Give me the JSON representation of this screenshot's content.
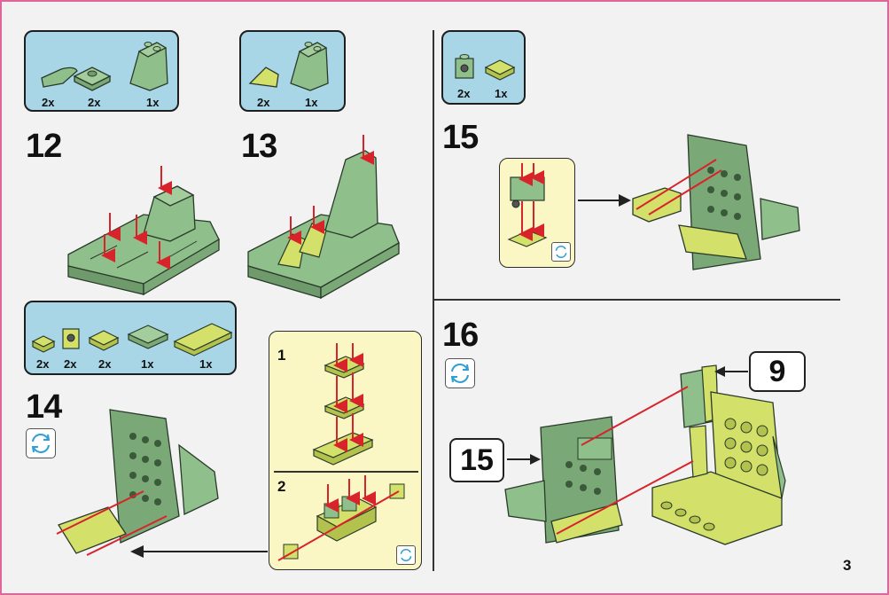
{
  "page_number": "3",
  "colors": {
    "sand_green": "#8fbf8a",
    "lime": "#d3e06a",
    "arrow_red": "#d8232a",
    "parts_bg": "#a9d6e6",
    "sub_bg": "#fbf7c4",
    "border_pink": "#e0669a"
  },
  "steps": [
    {
      "number": "12",
      "parts": [
        {
          "qty": "2x",
          "part": "sand-green-curved-slope"
        },
        {
          "qty": "2x",
          "part": "sand-green-jumper-plate"
        },
        {
          "qty": "1x",
          "part": "sand-green-large-slope"
        }
      ]
    },
    {
      "number": "13",
      "parts": [
        {
          "qty": "2x",
          "part": "lime-slope-wedge"
        },
        {
          "qty": "1x",
          "part": "sand-green-large-slope"
        }
      ]
    },
    {
      "number": "14",
      "parts": [
        {
          "qty": "2x",
          "part": "lime-plate-1x1"
        },
        {
          "qty": "2x",
          "part": "lime-headlight-brick"
        },
        {
          "qty": "2x",
          "part": "lime-plate-1x2"
        },
        {
          "qty": "1x",
          "part": "sand-green-plate-2x2"
        },
        {
          "qty": "1x",
          "part": "lime-plate-1x4"
        }
      ],
      "rotate_icon": "rotate-icon",
      "sub_steps": [
        "1",
        "2"
      ]
    },
    {
      "number": "15",
      "parts": [
        {
          "qty": "2x",
          "part": "sand-green-headlight-brick"
        },
        {
          "qty": "1x",
          "part": "lime-plate-1x2"
        }
      ],
      "rotate_icon": "rotate-icon"
    },
    {
      "number": "16",
      "rotate_icon": "rotate-icon",
      "callouts": [
        "15",
        "9"
      ]
    }
  ]
}
